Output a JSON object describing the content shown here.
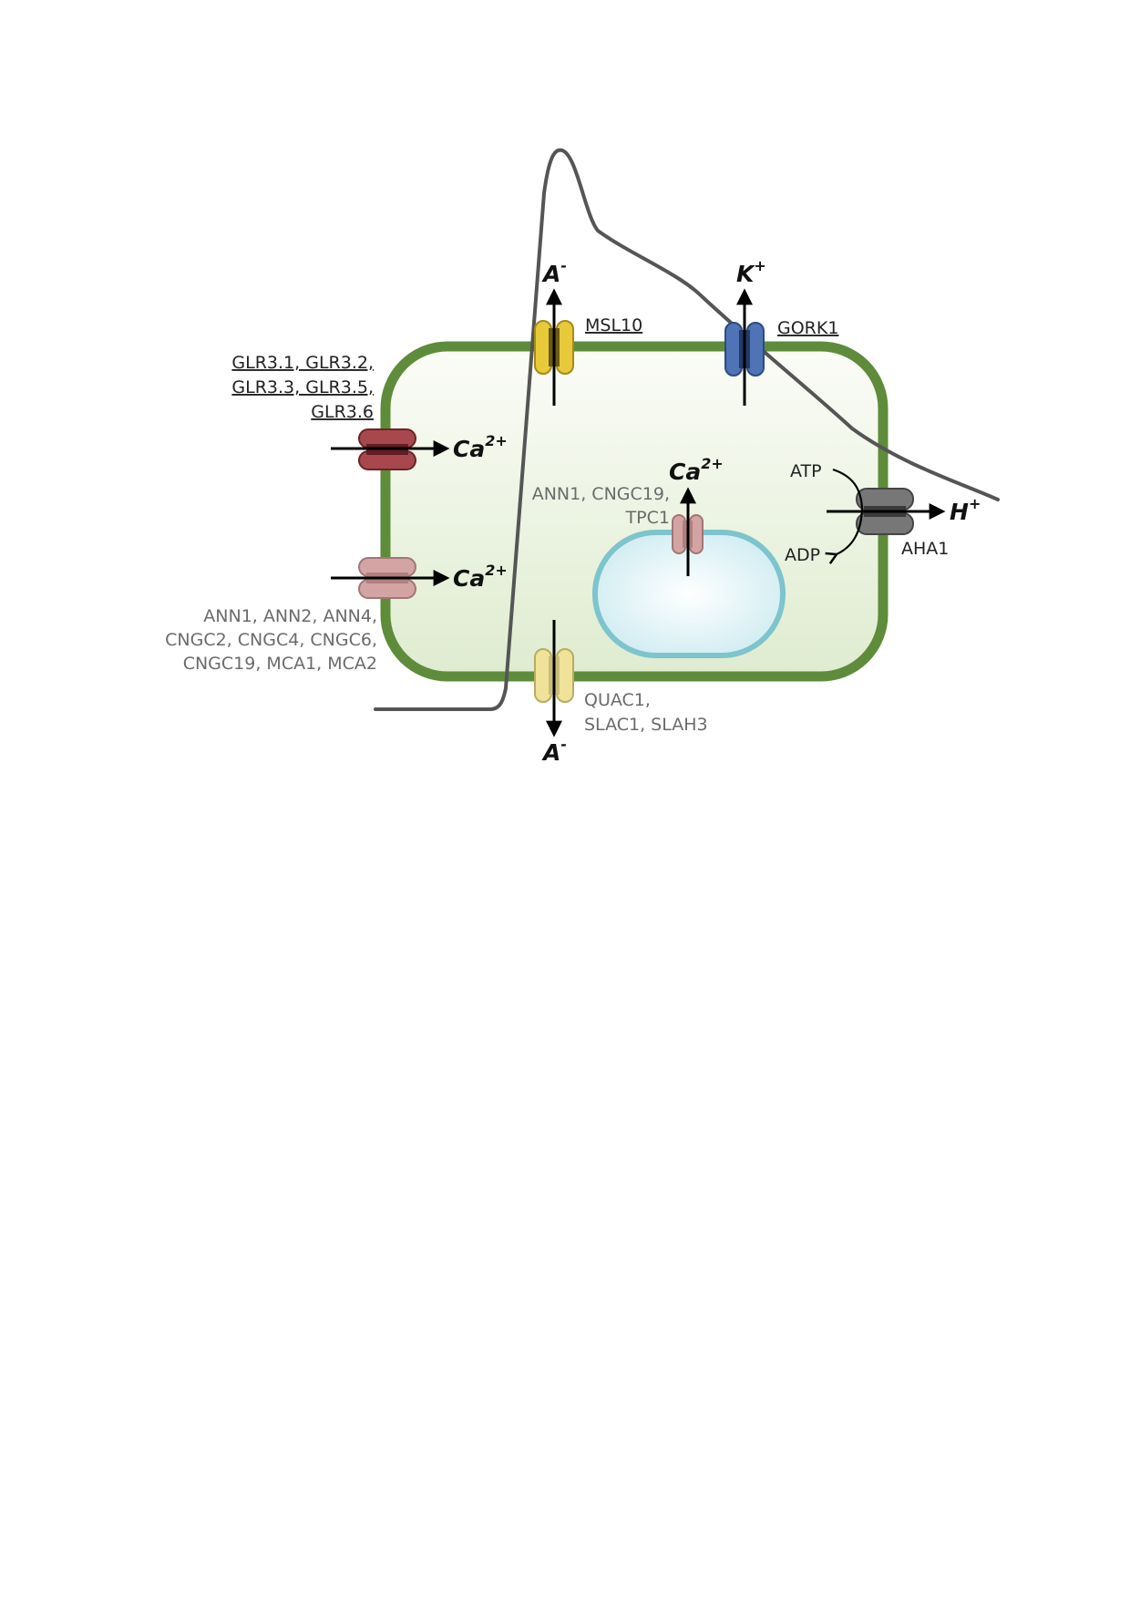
{
  "ions": {
    "anion": "A",
    "anion_charge": "-",
    "potassium": "K",
    "potassium_charge": "+",
    "calcium": "Ca",
    "calcium_charge": "2+",
    "proton": "H",
    "proton_charge": "+"
  },
  "channels": {
    "msl10": "MSL10",
    "gork1": "GORK1",
    "glr_line1": "GLR3.1, GLR3.2,",
    "glr_line2": "GLR3.3, GLR3.5,",
    "glr_line3": "GLR3.6",
    "ann_line1": "ANN1, ANN2, ANN4,",
    "ann_line2": "CNGC2, CNGC4, CNGC6,",
    "ann_line3": "CNGC19, MCA1, MCA2",
    "vac_line1": "ANN1, CNGC19,",
    "vac_line2": "TPC1",
    "quac_line1": "QUAC1,",
    "quac_line2": "SLAC1, SLAH3",
    "aha1": "AHA1"
  },
  "energy": {
    "atp": "ATP",
    "adp": "ADP"
  },
  "colors": {
    "cell_wall": "#5e8c3a",
    "cytoplasm": "#e6f0d8",
    "vacuole_border": "#7ec4cc",
    "vacuole_fill": "#dff2f6",
    "trace": "#555555",
    "glr_channel": "#a8484e",
    "ann_channel": "#d4a4a4",
    "msl10_channel": "#e8c93a",
    "gork1_channel": "#4f73b5",
    "quac_channel": "#efe39a",
    "aha1_pump": "#777777",
    "vacuole_channel": "#d4a4a4"
  }
}
